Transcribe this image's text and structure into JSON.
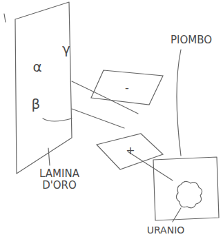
{
  "diagram": {
    "nodes": [
      {
        "text": [
          "-"
        ]
      },
      {
        "text": [
          "+"
        ]
      }
    ],
    "labels": [
      "α",
      "γ",
      "β",
      "PIOMBO",
      "LAMINA D'ORO",
      "URANIO"
    ]
  }
}
